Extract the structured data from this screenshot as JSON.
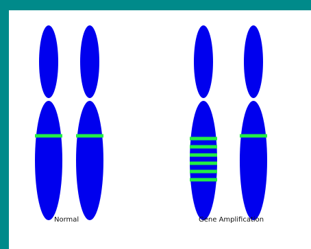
{
  "colors": {
    "background": "#008a8a",
    "panel": "#ffffff",
    "chromosome": "#0000ee",
    "gene_band": "#22ee44"
  },
  "groups": [
    {
      "label": "Normal",
      "left_bands": 1,
      "right_bands": 1
    },
    {
      "label": "Gene Amplification",
      "left_bands": 6,
      "right_bands": 1
    }
  ]
}
